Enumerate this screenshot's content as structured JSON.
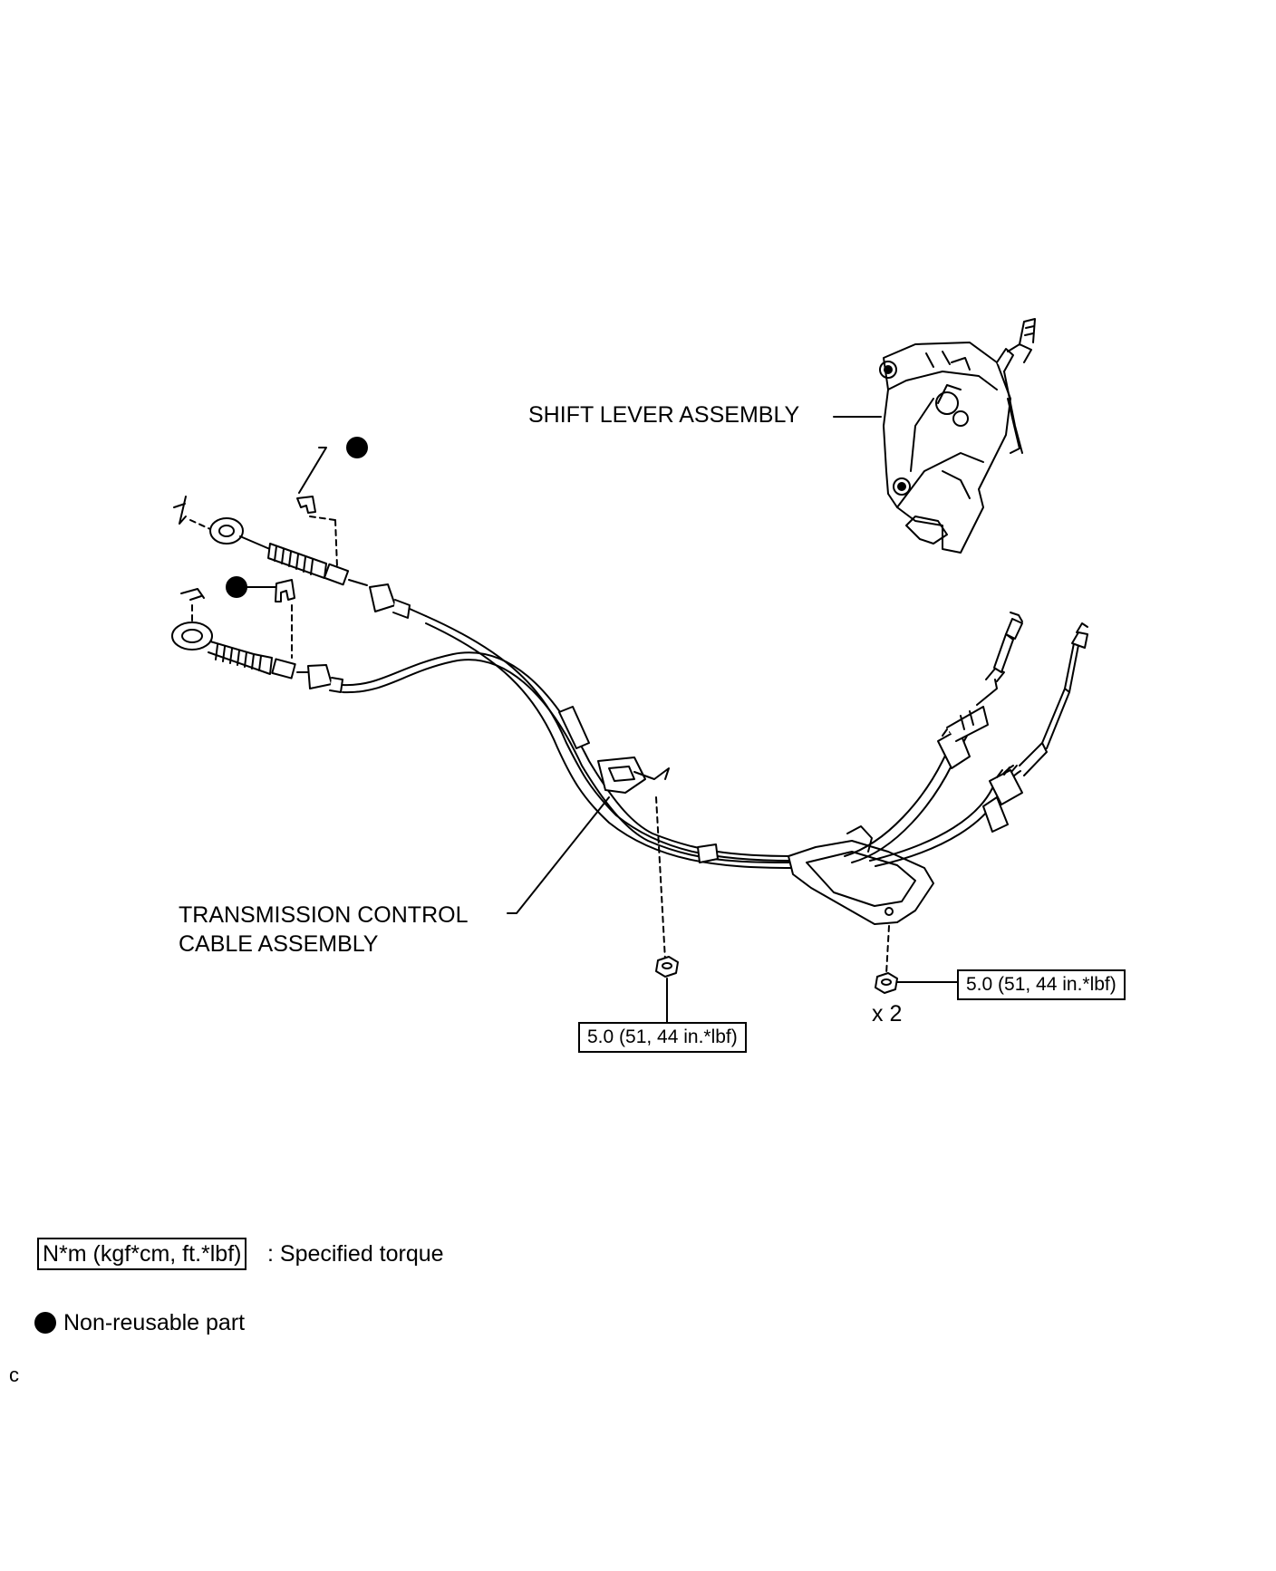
{
  "labels": {
    "shift_lever": "SHIFT LEVER ASSEMBLY",
    "cable_line1": "TRANSMISSION CONTROL",
    "cable_line2": "CABLE ASSEMBLY",
    "torque_1": "5.0 (51, 44 in.*lbf)",
    "torque_2": "5.0 (51, 44 in.*lbf)",
    "quantity": "x 2"
  },
  "legend": {
    "torque_unit": "N*m (kgf*cm, ft.*lbf)",
    "torque_desc": ": Specified torque",
    "nonreusable_desc": "Non-reusable part"
  },
  "figure_code": "c"
}
